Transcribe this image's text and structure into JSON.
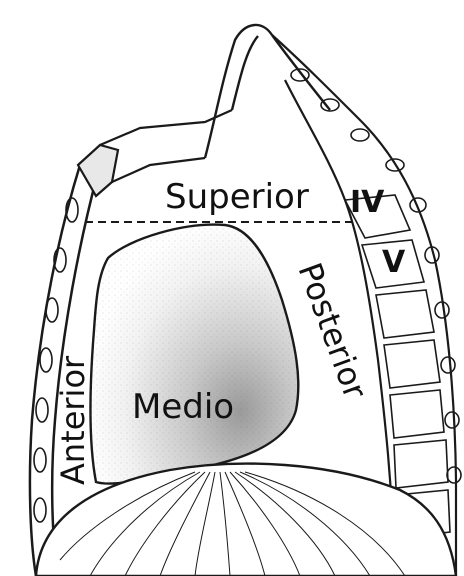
{
  "labels": {
    "superior": "Superior",
    "anterior": "Anterior",
    "medio": "Medio",
    "posterior": "Posterior",
    "vertebra_iv": "IV",
    "vertebra_v": "V"
  },
  "colors": {
    "ink": "#1a1a1a",
    "paper": "#ffffff",
    "shade": "#c8c8c8"
  }
}
